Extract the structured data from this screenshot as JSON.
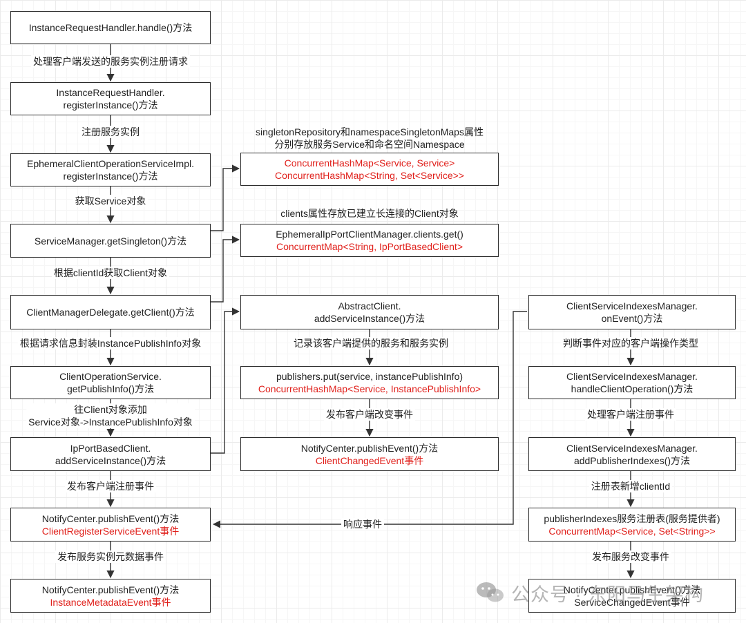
{
  "left_column": {
    "boxes": [
      {
        "line1": "InstanceRequestHandler.handle()方法",
        "line2": ""
      },
      {
        "line1": "InstanceRequestHandler.",
        "line2": "registerInstance()方法"
      },
      {
        "line1": "EphemeralClientOperationServiceImpl.",
        "line2": "registerInstance()方法"
      },
      {
        "line1": "ServiceManager.getSingleton()方法",
        "line2": ""
      },
      {
        "line1": "ClientManagerDelegate.getClient()方法",
        "line2": ""
      },
      {
        "line1": "ClientOperationService.",
        "line2": "getPublishInfo()方法"
      },
      {
        "line1": "IpPortBasedClient.",
        "line2": "addServiceInstance()方法"
      },
      {
        "line1": "NotifyCenter.publishEvent()方法",
        "red": "ClientRegisterServiceEvent事件"
      },
      {
        "line1": "NotifyCenter.publishEvent()方法",
        "red": "InstanceMetadataEvent事件"
      }
    ],
    "edge_labels": [
      {
        "line1": "处理客户端发送的服务实例注册请求",
        "line2": ""
      },
      {
        "line1": "注册服务实例",
        "line2": ""
      },
      {
        "line1": "获取Service对象",
        "line2": ""
      },
      {
        "line1": "根据clientId获取Client对象",
        "line2": ""
      },
      {
        "line1": "根据请求信息封装InstancePublishInfo对象",
        "line2": ""
      },
      {
        "line1": "往Client对象添加",
        "line2": "Service对象->InstancePublishInfo对象"
      },
      {
        "line1": "发布客户端注册事件",
        "line2": ""
      },
      {
        "line1": "发布服务实例元数据事件",
        "line2": ""
      }
    ]
  },
  "middle_column": {
    "singleton": {
      "caption_line1": "singletonRepository和namespaceSingletonMaps属性",
      "caption_line2": "分别存放服务Service和命名空间Namespace",
      "red1": "ConcurrentHashMap<Service, Service>",
      "red2": "ConcurrentHashMap<String, Set<Service>>"
    },
    "clients": {
      "caption": "clients属性存放已建立长连接的Client对象",
      "line1": "EphemeralIpPortClientManager.clients.get()",
      "red": "ConcurrentMap<String, IpPortBasedClient>"
    },
    "abstract_client": {
      "line1": "AbstractClient.",
      "line2": "addServiceInstance()方法"
    },
    "edge1": "记录该客户端提供的服务和服务实例",
    "publishers": {
      "line1": "publishers.put(service, instancePublishInfo)",
      "red": "ConcurrentHashMap<Service, InstancePublishInfo>"
    },
    "edge2": "发布客户端改变事件",
    "notify_changed": {
      "line1": "NotifyCenter.publishEvent()方法",
      "red": "ClientChangedEvent事件"
    }
  },
  "right_column": {
    "boxes": [
      {
        "line1": "ClientServiceIndexesManager.",
        "line2": "onEvent()方法"
      },
      {
        "line1": "ClientServiceIndexesManager.",
        "line2": "handleClientOperation()方法"
      },
      {
        "line1": "ClientServiceIndexesManager.",
        "line2": "addPublisherIndexes()方法"
      },
      {
        "line1": "publisherIndexes服务注册表(服务提供者)",
        "red": "ConcurrentMap<Service, Set<String>>"
      },
      {
        "line1": "NotifyCenter.publishEvent()方法",
        "line2": "ServiceChangedEvent事件"
      }
    ],
    "edge_labels": [
      "判断事件对应的客户端操作类型",
      "处理客户端注册事件",
      "注册表新增clientId",
      "发布服务改变事件"
    ]
  },
  "response_label": "响应事件",
  "watermark": {
    "text": "公众号 · 东阳马生架构",
    "icon": "wechat-icon"
  },
  "colors": {
    "red": "#e0201b",
    "border": "#2a2a2a",
    "line": "#333333"
  }
}
